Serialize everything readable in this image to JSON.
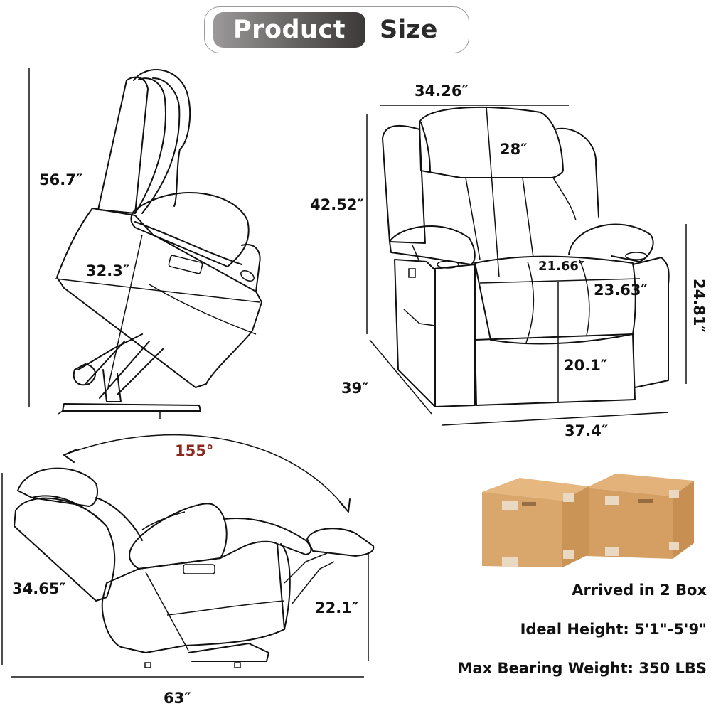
{
  "header": {
    "title_highlight": "Product",
    "title_rest": "Size"
  },
  "views": {
    "lift_side": {
      "height": "56.7″",
      "depth": "32.3″"
    },
    "front": {
      "width": "34.26″",
      "backrest_height": "28″",
      "overall_height": "42.52″",
      "seat_width": "21.66″",
      "seat_depth": "23.63″",
      "arm_height": "24.81″",
      "seat_height": "20.1″",
      "depth": "39″",
      "base_width": "37.4″"
    },
    "reclined_side": {
      "recline_angle": "155°",
      "height": "34.65″",
      "footrest_height": "22.1″",
      "length": "63″"
    }
  },
  "packaging": {
    "boxes_count": 2,
    "box_color": "#d9a66b",
    "tape_color": "#e8dccb"
  },
  "specs": {
    "arrival": "Arrived in 2 Box",
    "ideal_height": "Ideal Height: 5'1\"-5'9\"",
    "max_weight": "Max Bearing Weight: 350 LBS"
  },
  "colors": {
    "angle_accent": "#8a2a1e",
    "line": "#111111"
  }
}
